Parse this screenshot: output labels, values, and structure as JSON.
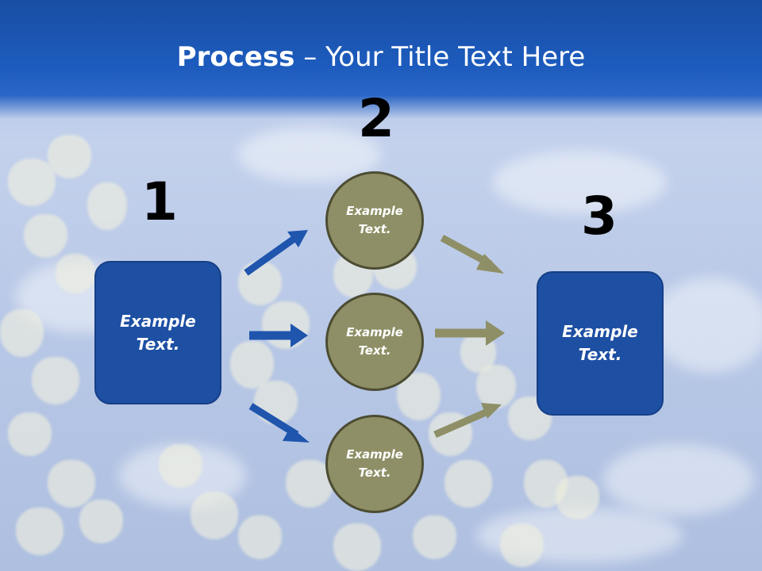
{
  "title": {
    "bold": "Process",
    "rest": " – Your Title Text Here"
  },
  "steps": [
    {
      "number": "1",
      "label_line1": "Example",
      "label_line2": "Text."
    },
    {
      "number": "2"
    },
    {
      "number": "3",
      "label_line1": "Example",
      "label_line2": "Text."
    }
  ],
  "circles": [
    {
      "line1": "Example",
      "line2": "Text."
    },
    {
      "line1": "Example",
      "line2": "Text."
    },
    {
      "line1": "Example",
      "line2": "Text."
    }
  ],
  "colors": {
    "header": "#1c5bbd",
    "box_fill": "#1d4fa3",
    "circle_fill": "#8e8f66",
    "blue_arrow": "#1f55ad",
    "olive_arrow": "#8e8f66"
  }
}
